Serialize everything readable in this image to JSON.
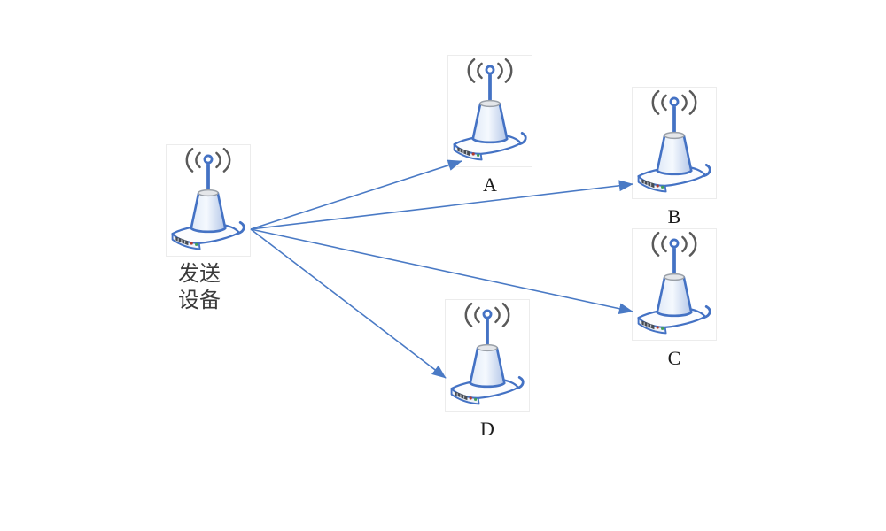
{
  "diagram": {
    "type": "network-broadcast-diagram",
    "background_color": "#ffffff",
    "css_vars": {
      "arrow": "#4a7ac5",
      "outline": "#4472c4",
      "wave": "#595959",
      "led-red": "#b23a2e",
      "led-green": "#3f9e57"
    },
    "nodes": [
      {
        "id": "sender",
        "label": "发送设备",
        "label_lines": [
          "发送",
          "设备"
        ],
        "icon": "wireless-transmitter-icon"
      },
      {
        "id": "receiver-a",
        "label": "A",
        "icon": "wireless-transmitter-icon"
      },
      {
        "id": "receiver-b",
        "label": "B",
        "icon": "wireless-transmitter-icon"
      },
      {
        "id": "receiver-c",
        "label": "C",
        "icon": "wireless-transmitter-icon"
      },
      {
        "id": "receiver-d",
        "label": "D",
        "icon": "wireless-transmitter-icon"
      }
    ],
    "edges": [
      {
        "from": "sender",
        "to": "receiver-a"
      },
      {
        "from": "sender",
        "to": "receiver-b"
      },
      {
        "from": "sender",
        "to": "receiver-c"
      },
      {
        "from": "sender",
        "to": "receiver-d"
      }
    ]
  }
}
